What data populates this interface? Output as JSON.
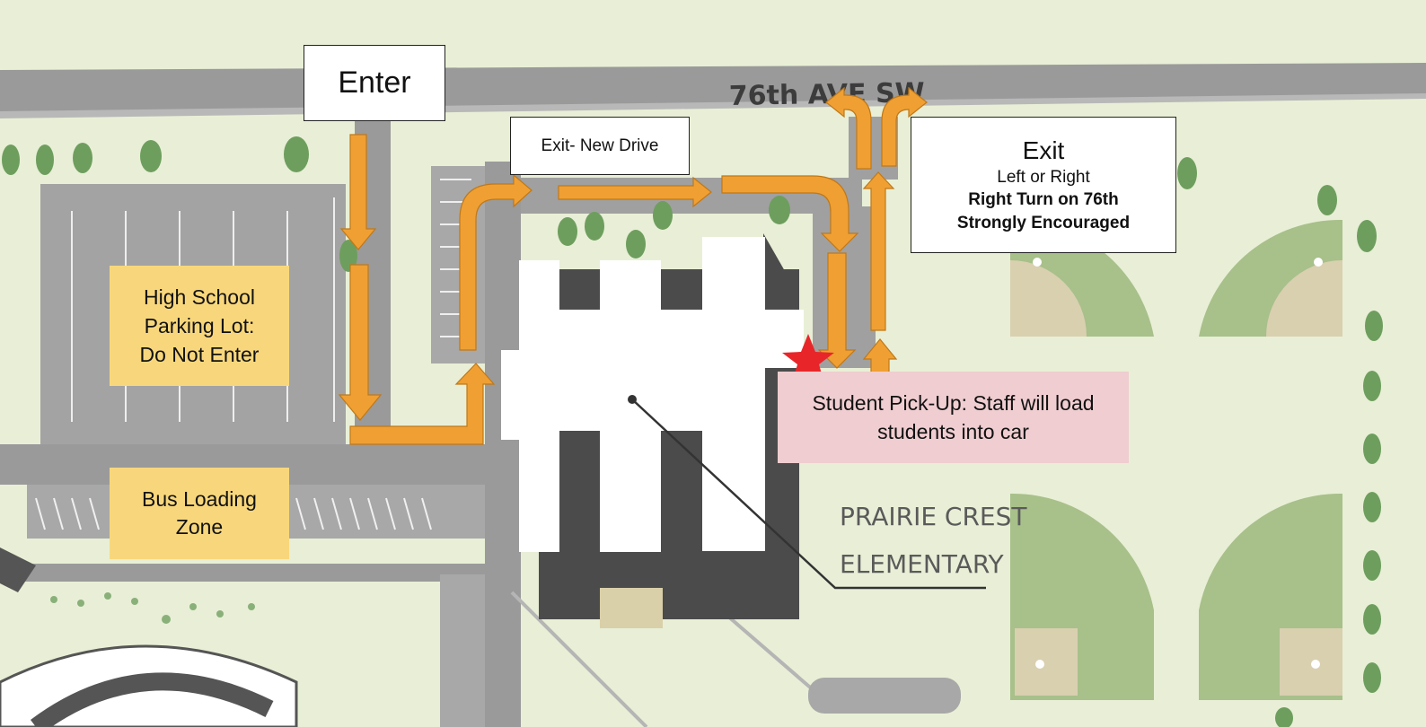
{
  "map": {
    "street_label": "76th AVE SW",
    "school_label_line1": "PRAIRIE CREST",
    "school_label_line2": "ELEMENTARY"
  },
  "callouts": {
    "enter": "Enter",
    "exit_new_drive": "Exit- New Drive",
    "exit": {
      "title": "Exit",
      "subtitle": "Left or Right",
      "note_line1": "Right Turn on 76th",
      "note_line2": "Strongly Encouraged"
    },
    "high_school_lot": {
      "line1": "High School",
      "line2": "Parking Lot:",
      "line3": "Do Not Enter"
    },
    "bus_zone": {
      "line1": "Bus Loading",
      "line2": "Zone"
    },
    "pickup": {
      "line1": "Student Pick-Up: Staff will load",
      "line2": "students into car"
    }
  },
  "colors": {
    "background": "#e8efd6",
    "road": "#9a9a9a",
    "building": "#ffffff",
    "building_shadow": "#4b4b4b",
    "field": "#a8c08a",
    "infield": "#d9d0b0",
    "tree": "#6e9e5e",
    "arrow": "#f0a033",
    "arrow_outline": "#c07818",
    "star": "#e8262a",
    "callout_yellow": "#f8d77c",
    "callout_pink": "#efcdd0"
  }
}
